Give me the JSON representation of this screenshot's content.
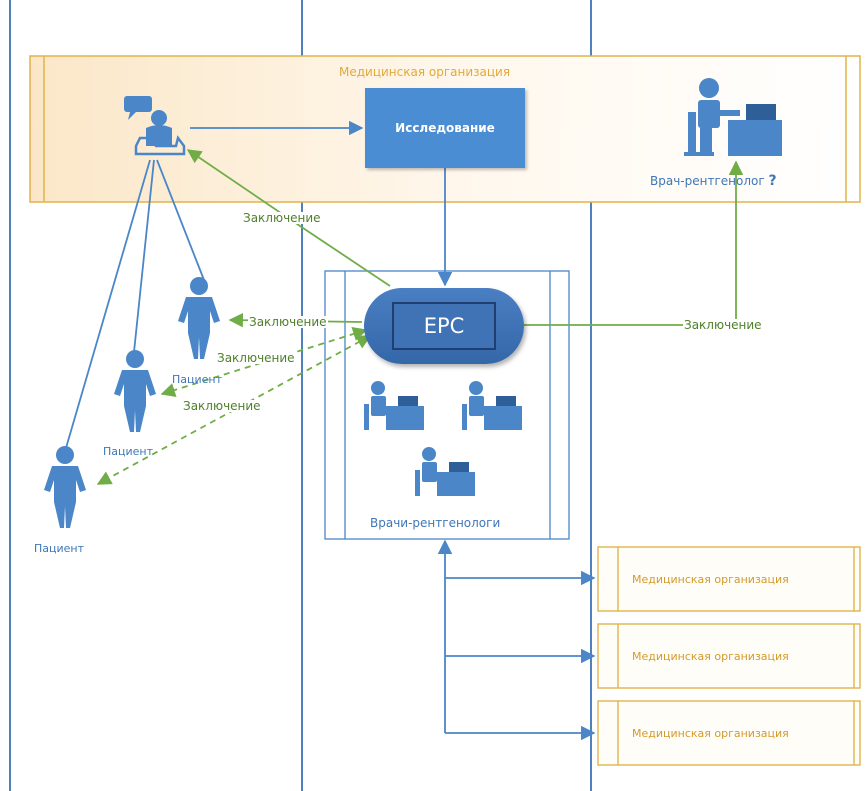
{
  "top_org": {
    "title": "Медицинская организация"
  },
  "study_box": {
    "label": "Исследование"
  },
  "radiologist": {
    "label": "Врач-рентгенолог",
    "question": "?"
  },
  "epc": {
    "label": "ЕРС"
  },
  "radiologists_group": {
    "label": "Врачи-рентгенологи"
  },
  "conclusion_labels": {
    "to_registrar": "Заключение",
    "to_patient_1": "Заключение",
    "to_patient_2": "Заключение",
    "to_patient_3": "Заключение",
    "to_radiologist": "Заключение"
  },
  "patients": [
    {
      "label": "Пациент"
    },
    {
      "label": "Пациент"
    },
    {
      "label": "Пациент"
    }
  ],
  "other_orgs": [
    {
      "label": "Медицинская организация"
    },
    {
      "label": "Медицинская организация"
    },
    {
      "label": "Медицинская организация"
    }
  ],
  "colors": {
    "blue": "#4a86c8",
    "dark_blue": "#3467a8",
    "green": "#70ad47",
    "orange": "#e2b44a",
    "lane": "#4f81bd"
  }
}
